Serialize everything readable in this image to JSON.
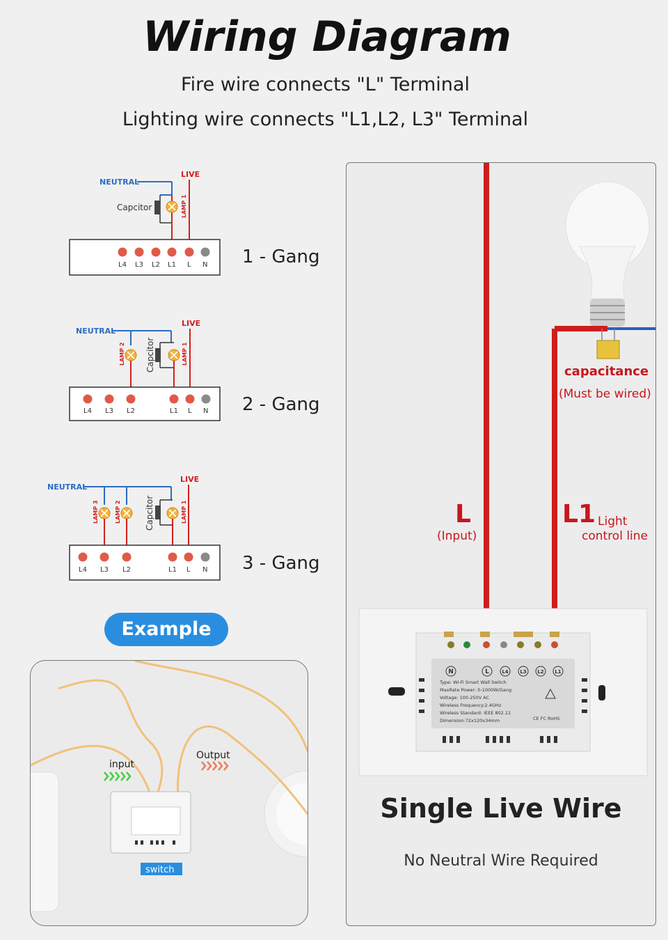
{
  "header": {
    "title": "Wiring Diagram",
    "line1": "Fire wire connects \"L\" Terminal",
    "line2": "Lighting wire connects \"L1,L2, L3\" Terminal"
  },
  "diagrams": {
    "neutral": "NEUTRAL",
    "live": "LIVE",
    "capacitor": "Capcitor",
    "lamp1": "LAMP 1",
    "lamp2": "LAMP 2",
    "lamp3": "LAMP 3",
    "terminals": [
      "L4",
      "L3",
      "L2",
      "L1",
      "L",
      "N"
    ],
    "gang1": "1 - Gang",
    "gang2": "2 - Gang",
    "gang3": "3 - Gang"
  },
  "example": {
    "pill": "Example",
    "input": "input",
    "output": "Output",
    "switch": "switch"
  },
  "right_panel": {
    "capacitance": "capacitance",
    "must_be_wired": "(Must be wired)",
    "l_label": "L",
    "l_sub": "(Input)",
    "l1_label": "L1",
    "l1_light": "Light",
    "l1_control": "control line",
    "plate_terminals": [
      "N",
      "L",
      "L4",
      "L3",
      "L2",
      "L1"
    ],
    "plate_info": [
      "Type: Wi-Fi Smart Wall Switch",
      "MaxRate Power: 0-1000W/Gang",
      "Voltage: 100-250V AC",
      "Wireless Frequency:2.4GHz",
      "Wireless Standard: IEEE 802.11",
      "Dimension:72x120x34mm"
    ],
    "plate_marks": "CE FC RoHS",
    "heading": "Single Live Wire",
    "subheading": "No Neutral Wire Required"
  },
  "colors": {
    "live_red": "#d42020",
    "neutral_blue": "#2b6cc4",
    "terminal_red": "#e05a48",
    "terminal_grey": "#8a8a8a",
    "pill_blue": "#2a8ee0",
    "yellow_wire": "#f2c07a"
  }
}
